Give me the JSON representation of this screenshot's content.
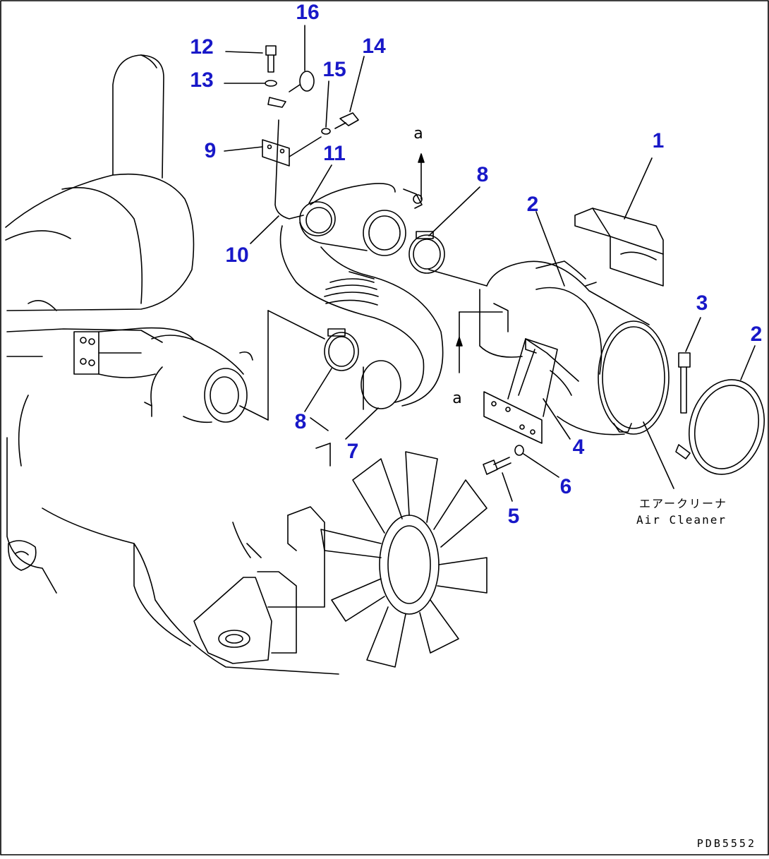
{
  "labels": {
    "p1": "1",
    "p2a": "2",
    "p2b": "2",
    "p3": "3",
    "p4": "4",
    "p5": "5",
    "p6": "6",
    "p7": "7",
    "p8a": "8",
    "p8b": "8",
    "p9": "9",
    "p10": "10",
    "p11": "11",
    "p12": "12",
    "p13": "13",
    "p14": "14",
    "p15": "15",
    "p16": "16"
  },
  "view_markers": {
    "a_top": "a",
    "a_mid": "a"
  },
  "caption": {
    "japanese": "エアークリーナ",
    "english": "Air Cleaner"
  },
  "drawing_code": "PDB5552",
  "colors": {
    "label_blue": "#1818c8",
    "line": "#000000"
  }
}
